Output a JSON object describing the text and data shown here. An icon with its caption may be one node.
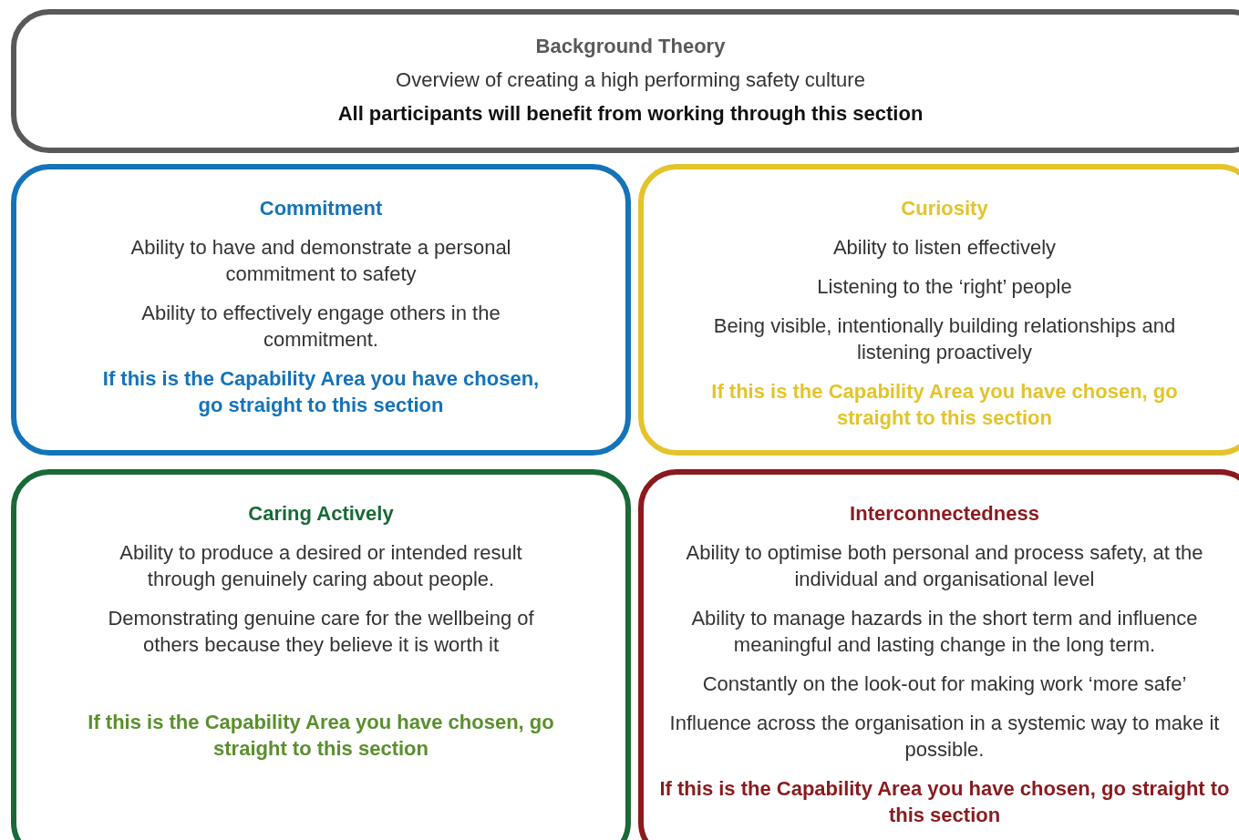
{
  "diagram": {
    "nodes": [
      {
        "text": [
          "Background Theory",
          "Overview of creating a high performing safety culture",
          "All participants will benefit from working through this section"
        ]
      },
      {
        "text": [
          "Commitment",
          "Ability to have and demonstrate a personal commitment to safety",
          "Ability to effectively engage others in the commitment.",
          "If this is the Capability Area you have chosen, go straight to this section"
        ]
      },
      {
        "text": [
          "Curiosity",
          "Ability to listen effectively",
          "Listening to the ‘right’ people",
          "Being visible, intentionally building relationships and listening proactively",
          "If this is the Capability Area you have chosen, go straight to this section"
        ]
      },
      {
        "text": [
          "Caring Actively",
          "Ability to produce a desired or intended result through genuinely caring about people.",
          "Demonstrating genuine care for the wellbeing of others because they believe it is worth it",
          "If this is the Capability Area you have chosen, go straight to this section"
        ]
      },
      {
        "text": [
          "Interconnectedness",
          "Ability to optimise both personal and process safety, at the individual and organisational level",
          "Ability to manage hazards in the short term and influence meaningful and lasting change in the long term.",
          "Constantly on the look-out for making work ‘more safe’",
          "Influence across the organisation in a systemic way to make it possible.",
          "If this is the Capability Area you have chosen, go straight to this section"
        ]
      }
    ]
  }
}
